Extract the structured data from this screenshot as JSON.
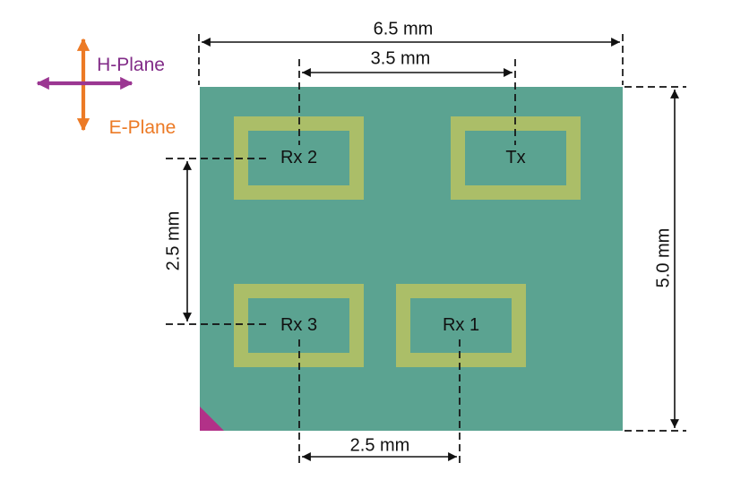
{
  "diagram": {
    "legend": {
      "h_plane_label": "H-Plane",
      "e_plane_label": "E-Plane",
      "h_plane_text_color": "#822C88",
      "h_plane_arrow_color": "#9B3792",
      "e_plane_color": "#EC7A25"
    },
    "board": {
      "fill_color": "#5BA391",
      "corner_marker_color": "#B23188"
    },
    "patch_ring_color": "#ABBE68",
    "patches": [
      {
        "name": "rx2",
        "label": "Rx 2"
      },
      {
        "name": "tx",
        "label": "Tx"
      },
      {
        "name": "rx3",
        "label": "Rx 3"
      },
      {
        "name": "rx1",
        "label": "Rx 1"
      }
    ],
    "dimensions": {
      "board_width": "6.5 mm",
      "rx2_to_tx_spacing": "3.5 mm",
      "board_height": "5.0 mm",
      "row_spacing": "2.5 mm",
      "rx3_to_rx1_spacing": "2.5 mm"
    },
    "line_color": "#111111"
  }
}
